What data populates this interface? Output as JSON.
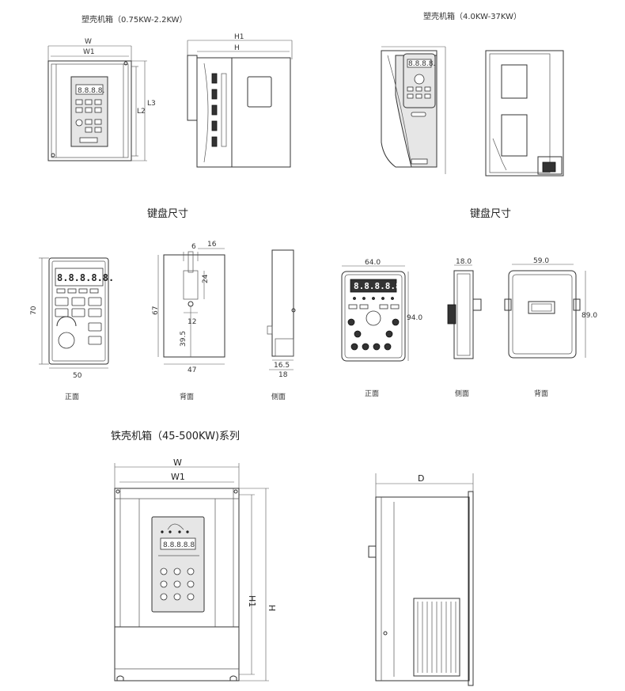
{
  "section1": {
    "title_left": "塑壳机箱（0.75KW-2.2KW）",
    "title_right": "塑壳机箱（4.0KW-37KW）",
    "dims_front": {
      "w": "W",
      "w1": "W1",
      "l2": "L2",
      "l3": "L3"
    },
    "dims_side": {
      "h1": "H1",
      "h": "H"
    },
    "lcd_text": "8.8.8.8."
  },
  "section2": {
    "heading_left": "键盘尺寸",
    "heading_right": "键盘尺寸",
    "left_keypad": {
      "lcd_text": "8.8.8.8.8.",
      "dim_height": "70",
      "dim_width": "50",
      "back_dims": {
        "d6": "6",
        "d16": "16",
        "d24": "24",
        "d67": "67",
        "d12": "12",
        "d39_5": "39.5",
        "d47": "47"
      },
      "side_dims": {
        "d16_5": "16.5",
        "d18": "18"
      },
      "captions": {
        "front": "正面",
        "back": "背面",
        "side": "侧面"
      }
    },
    "right_keypad": {
      "lcd_text": "8.8.8.8.8",
      "dim_width": "64.0",
      "dim_height": "94.0",
      "side_dim": "18.0",
      "back_width": "59.0",
      "back_height": "89.0",
      "captions": {
        "front": "正面",
        "side": "侧面",
        "back": "背面"
      }
    }
  },
  "section3": {
    "title": "铁壳机箱（45-500KW)系列",
    "dims_front": {
      "w": "W",
      "w1": "W1",
      "h": "H",
      "h1": "H1"
    },
    "dims_side": {
      "d": "D"
    },
    "lcd_text": "8.8.8.8.8"
  }
}
